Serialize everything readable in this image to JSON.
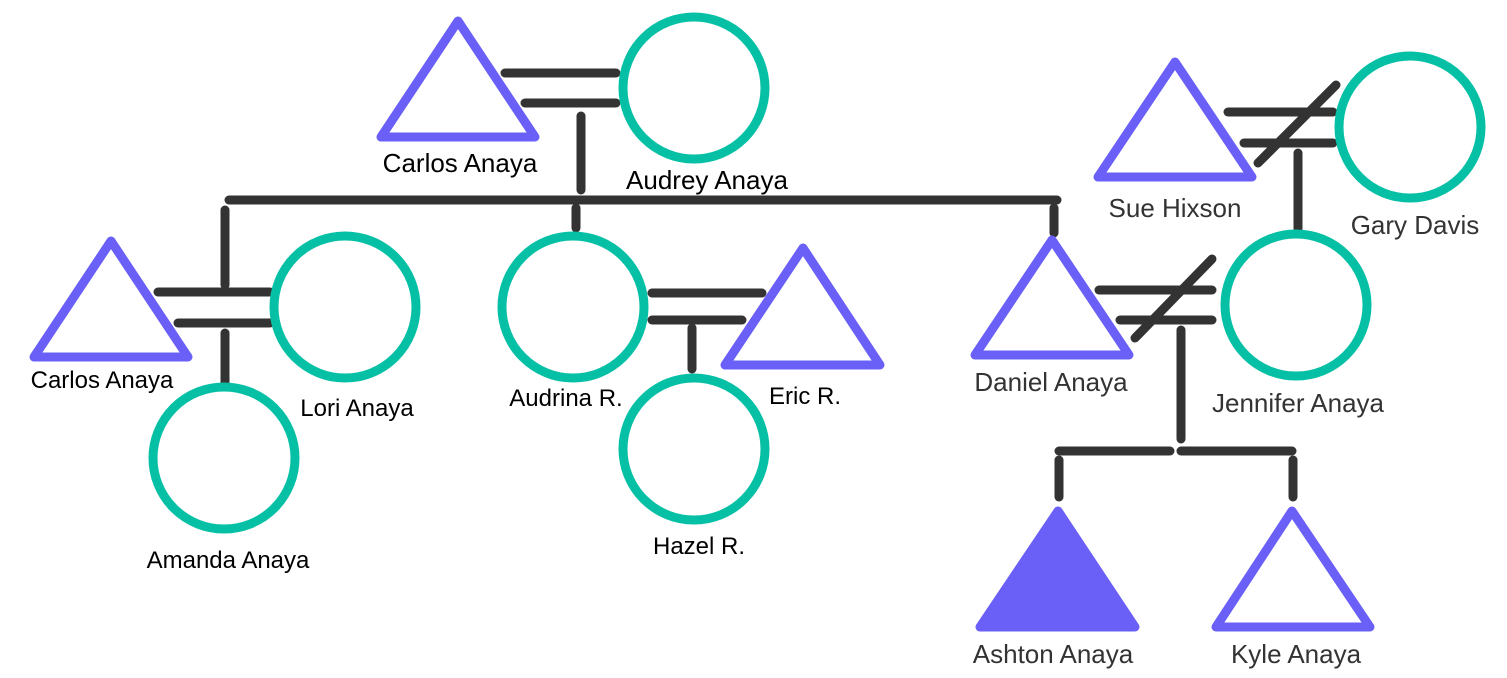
{
  "colors": {
    "male": "#6a5ff7",
    "female": "#05c0a5",
    "line": "#333333",
    "label_dark": "#000000",
    "label_gray": "#333333"
  },
  "people": {
    "carlos_sr": {
      "name": "Carlos Anaya"
    },
    "audrey": {
      "name": "Audrey Anaya"
    },
    "carlos_jr": {
      "name": "Carlos Anaya"
    },
    "lori": {
      "name": "Lori Anaya"
    },
    "amanda": {
      "name": "Amanda Anaya"
    },
    "audrina": {
      "name": "Audrina R."
    },
    "eric": {
      "name": "Eric R."
    },
    "hazel": {
      "name": "Hazel R."
    },
    "daniel": {
      "name": "Daniel Anaya"
    },
    "jennifer": {
      "name": "Jennifer Anaya"
    },
    "sue": {
      "name": "Sue Hixson"
    },
    "gary": {
      "name": "Gary Davis"
    },
    "ashton": {
      "name": "Ashton Anaya"
    },
    "kyle": {
      "name": "Kyle Anaya"
    }
  }
}
